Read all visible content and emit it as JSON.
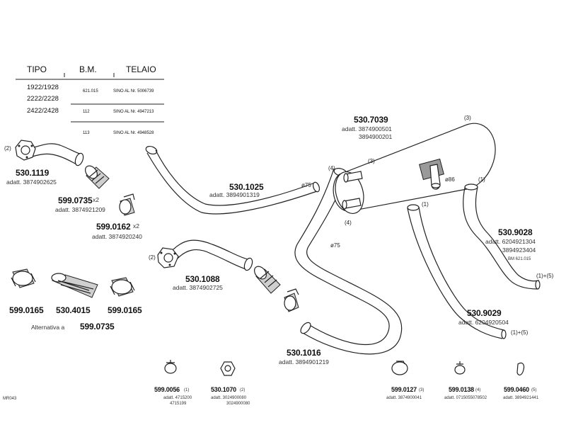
{
  "table": {
    "headers": [
      "TIPO",
      "B.M.",
      "TELAIO"
    ],
    "rows": [
      {
        "tipo": "1922/1928",
        "bm": "621.015",
        "telaio": "SINO AL Nr. 5006739"
      },
      {
        "tipo": "2222/2228",
        "bm": "",
        "telaio": ""
      },
      {
        "tipo": "2422/2428",
        "bm": "112",
        "telaio": "SINO AL Nr. 4947213"
      },
      {
        "tipo": "",
        "bm": "113",
        "telaio": "SINO AL Nr. 4948528"
      }
    ]
  },
  "parts": {
    "p5301119": {
      "code": "530.1119",
      "adatt": "adatt. 3874902625",
      "callout": "(2)"
    },
    "p5990735": {
      "code": "599.0735",
      "qty": "x2",
      "adatt": "adatt. 3874921209"
    },
    "p5990162": {
      "code": "599.0162",
      "qty": "x2",
      "adatt": "adatt. 3874920240"
    },
    "p5301025": {
      "code": "530.1025",
      "adatt": "adatt. 3894901319",
      "diam": "ø75"
    },
    "p5307039": {
      "code": "530.7039",
      "adatt1": "adatt. 3874900501",
      "adatt2": "3894900201",
      "callout_top": "(3)",
      "callout_in": "(3)",
      "callout_left": "(4)",
      "diam": "ø86"
    },
    "p5309028": {
      "code": "530.9028",
      "adatt1": "adatt. 6204921304",
      "adatt2": "3894923404",
      "note": "BM 621.015",
      "callout_top": "(1)",
      "callout_end": "(1)+(5)"
    },
    "p5301088": {
      "code": "530.1088",
      "adatt": "adatt. 3874902725",
      "callout": "(2)"
    },
    "p5301016": {
      "code": "530.1016",
      "adatt": "adatt. 3894901219",
      "callout": "(4)",
      "diam": "ø75"
    },
    "p5309029": {
      "code": "530.9029",
      "adatt": "adatt. 6204920504",
      "callout_top": "(1)",
      "callout_end": "(1)+(5)"
    },
    "alt": {
      "left": "599.0165",
      "mid": "530.4015",
      "right": "599.0165",
      "label": "Alternativa a",
      "alt_code": "599.0735"
    },
    "p5990056": {
      "code": "599.0056",
      "callout": "(1)",
      "adatt1": "adatt. 4715200",
      "adatt2": "4715199"
    },
    "p5301070": {
      "code": "530.1070",
      "callout": "(2)",
      "adatt1": "adatt. 3024900080",
      "adatt2": "3024900080"
    },
    "p5990127": {
      "code": "599.0127",
      "callout": "(3)",
      "adatt": "adatt. 3874900041"
    },
    "p5990138": {
      "code": "599.0138",
      "callout": "(4)",
      "adatt": "adatt. 0715055078502"
    },
    "p5990460": {
      "code": "599.0460",
      "callout": "(5)",
      "adatt": "adatt. 3894921441"
    }
  },
  "footer": {
    "ref": "MR043"
  }
}
